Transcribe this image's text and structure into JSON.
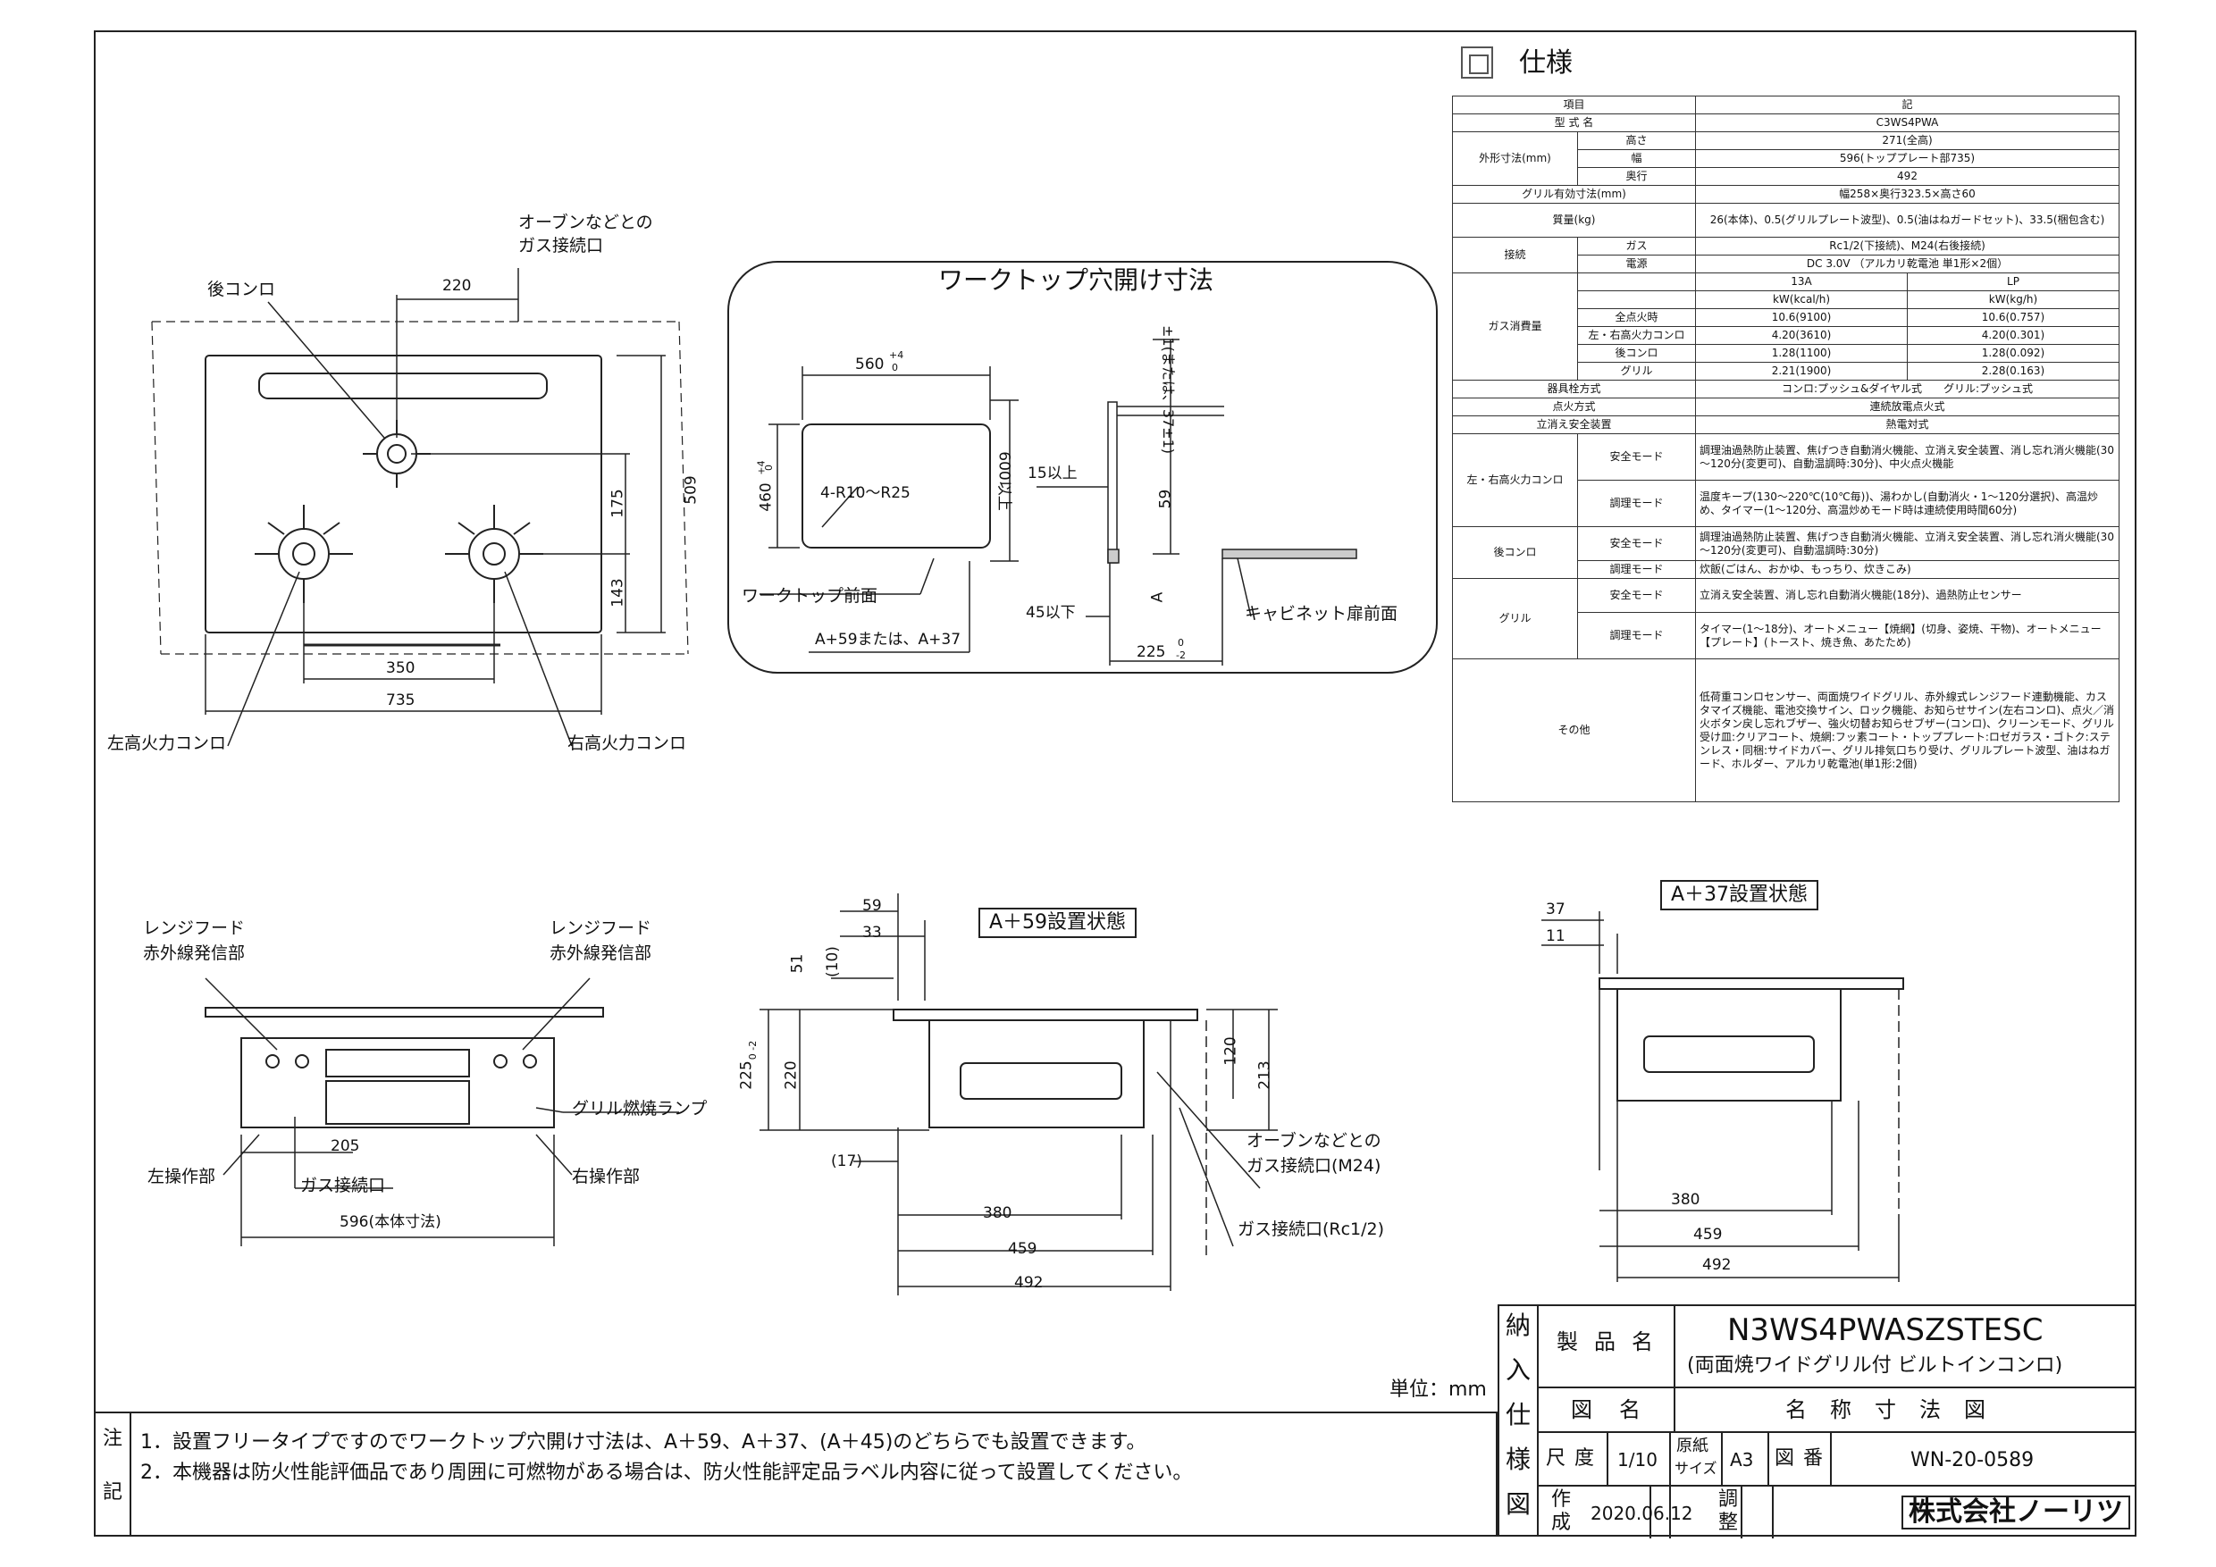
{
  "spec": {
    "title": "仕様",
    "header_item": "項目",
    "header_value": "記",
    "rows": {
      "model_label": "型 式 名",
      "model_value": "C3WS4PWA",
      "outer_label": "外形寸法(mm)",
      "height_label": "高さ",
      "height_value": "271(全高)",
      "width_label": "幅",
      "width_value": "596(トッププレート部735)",
      "depth_label": "奥行",
      "depth_value": "492",
      "grill_dim_label": "グリル有効寸法(mm)",
      "grill_dim_value": "幅258×奥行323.5×高さ60",
      "mass_label": "質量(kg)",
      "mass_value": "26(本体)、0.5(グリルプレート波型)、0.5(油はねガードセット)、33.5(梱包含む)",
      "connect_label": "接続",
      "gas_label": "ガス",
      "gas_value": "Rc1/2(下接続)、M24(右後接続)",
      "power_label": "電源",
      "power_value": "DC 3.0V （アルカリ乾電池 単1形×2個）",
      "consumption_label": "ガス消費量",
      "col_13a": "13A",
      "col_lp": "LP",
      "unit_13a": "kW(kcal/h)",
      "unit_lp": "kW(kg/h)",
      "all_label": "全点火時",
      "all_13a": "10.6(9100)",
      "all_lp": "10.6(0.757)",
      "lr_label": "左・右高火力コンロ",
      "lr_13a": "4.20(3610)",
      "lr_lp": "4.20(0.301)",
      "back_label": "後コンロ",
      "back_13a": "1.28(1100)",
      "back_lp": "1.28(0.092)",
      "grill_label": "グリル",
      "grill_13a": "2.21(1900)",
      "grill_lp": "2.28(0.163)",
      "tap_label": "器具栓方式",
      "tap_value": "コンロ:プッシュ&ダイヤル式　　グリル:プッシュ式",
      "ignite_label": "点火方式",
      "ignite_value": "連続放電点火式",
      "flame_label": "立消え安全装置",
      "flame_value": "熱電対式",
      "lr_burner_label": "左・右高火力コンロ",
      "safety_mode": "安全モード",
      "cook_mode": "調理モード",
      "lr_safety": "調理油過熱防止装置、焦げつき自動消火機能、立消え安全装置、消し忘れ消火機能(30～120分(変更可)、自動温調時:30分)、中火点火機能",
      "lr_cook": "温度キープ(130～220℃(10℃毎))、湯わかし(自動消火・1～120分選択)、高温炒め、タイマー(1～120分、高温炒めモード時は連続使用時間60分)",
      "back_burner_label": "後コンロ",
      "back_safety": "調理油過熱防止装置、焦げつき自動消火機能、立消え安全装置、消し忘れ消火機能(30～120分(変更可)、自動温調時:30分)",
      "back_cook": "炊飯(ごはん、おかゆ、もっちり、炊きこみ)",
      "grill_row_label": "グリル",
      "grill_safety": "立消え安全装置、消し忘れ自動消火機能(18分)、過熱防止センサー",
      "grill_cook": "タイマー(1～18分)、オートメニュー【焼網】(切身、姿焼、干物)、オートメニュー【プレート】(トースト、焼き魚、あたため)",
      "other_label": "その他",
      "other_value": "低荷重コンロセンサー、両面焼ワイドグリル、赤外線式レンジフード連動機能、カスタマイズ機能、電池交換サイン、ロック機能、お知らせサイン(左右コンロ)、点火／消火ボタン戻し忘れブザー、強火切替お知らせブザー(コンロ)、クリーンモード、グリル受け皿:クリアコート、焼網:フッ素コート・トッププレート:ロゼガラス・ゴトク:ステンレス・同梱:サイドカバー、グリル排気口ちり受け、グリルプレート波型、油はねガード、ホルダー、アルカリ乾電池(単1形:2個)"
    }
  },
  "top_view": {
    "oven_label_1": "オーブンなどとの",
    "oven_label_2": "ガス接続口",
    "back_burner": "後コンロ",
    "left_burner": "左高火力コンロ",
    "right_burner": "右高火力コンロ",
    "d220": "220",
    "d509": "509",
    "d175": "175",
    "d143": "143",
    "d350": "350",
    "d735": "735"
  },
  "cutout": {
    "title": "ワークトップ穴開け寸法",
    "d560": "560",
    "d560_tol_up": "+4",
    "d560_tol_dn": "0",
    "d460": "460",
    "d460_tol_up": "+4",
    "d460_tol_dn": "0",
    "radius": "4-R10～R25",
    "d600": "600以上",
    "d15": "15以上",
    "d59": "59",
    "d59_alt": "±1(または、37±1)",
    "front": "ワークトップ前面",
    "a59": "A+59または、A+37",
    "d45": "45以下",
    "a_label": "A",
    "cabinet": "キャビネット扉前面",
    "d225": "225",
    "d225_tol_up": "0",
    "d225_tol_dn": "-2"
  },
  "front_view": {
    "hood_l_1": "レンジフード",
    "hood_l_2": "赤外線発信部",
    "hood_r_1": "レンジフード",
    "hood_r_2": "赤外線発信部",
    "grill_lamp": "グリル燃焼ランプ",
    "left_op": "左操作部",
    "right_op": "右操作部",
    "gas_conn": "ガス接続口",
    "d205": "205",
    "d596": "596(本体寸法)"
  },
  "side59": {
    "title": "A＋59設置状態",
    "d59": "59",
    "d33": "33",
    "d51": "51",
    "d10": "(10)",
    "d225": "225",
    "d225_tol": "0 -2",
    "d220": "220",
    "d120": "120",
    "d213": "213",
    "d17": "(17)",
    "d380": "380",
    "d459": "459",
    "d492": "492",
    "oven_1": "オーブンなどとの",
    "oven_2": "ガス接続口(M24)",
    "gas_rc": "ガス接続口(Rc1/2)"
  },
  "side37": {
    "title": "A＋37設置状態",
    "d37": "37",
    "d11": "11",
    "d380": "380",
    "d459": "459",
    "d492": "492"
  },
  "unit": "単位：mm",
  "notes": {
    "label_1": "注",
    "label_2": "記",
    "line1": "1．設置フリータイプですのでワークトップ穴開け寸法は、A＋59、A＋37、(A＋45)のどちらでも設置できます。",
    "line2": "2．本機器は防火性能評価品であり周囲に可燃物がある場合は、防火性能評定品ラベル内容に従って設置してください。"
  },
  "title_block": {
    "side_label": [
      "納",
      "入",
      "仕",
      "様",
      "図"
    ],
    "product_name_label": "製品名",
    "product_code": "N3WS4PWASZSTESC",
    "product_desc": "(両面焼ワイドグリル付 ビルトインコンロ)",
    "drawing_name_label": "図名",
    "drawing_name": "名称寸法図",
    "scale_label": "尺度",
    "scale": "1/10",
    "paper_label_1": "原紙",
    "paper_label_2": "サイズ",
    "paper": "A3",
    "number_label": "図番",
    "number": "WN-20-0589",
    "created_label_1": "作",
    "created_label_2": "成",
    "created": "2020.06.12",
    "check_label_1": "調",
    "check_label_2": "整",
    "company": "株式会社ノーリツ"
  }
}
